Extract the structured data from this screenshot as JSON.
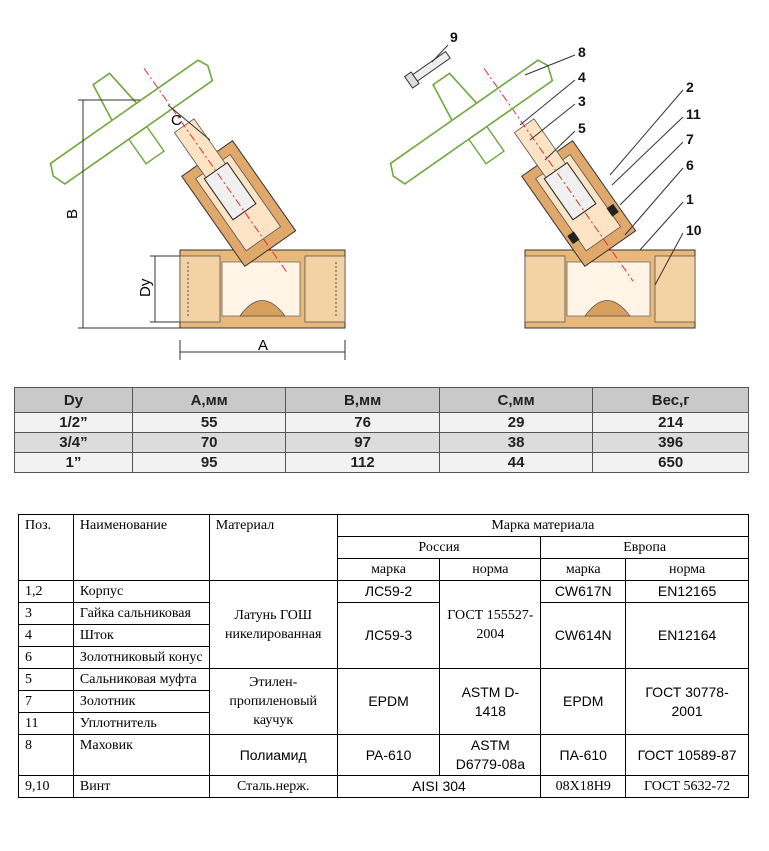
{
  "drawing": {
    "dim_labels": {
      "b": "B",
      "c": "C",
      "dy": "Dy",
      "a": "A"
    },
    "callouts": [
      "9",
      "8",
      "4",
      "3",
      "5",
      "2",
      "11",
      "7",
      "6",
      "1",
      "10"
    ]
  },
  "dims_table": {
    "headers": [
      "Dy",
      "A,мм",
      "B,мм",
      "C,мм",
      "Вес,г"
    ],
    "rows": [
      [
        "1/2”",
        "55",
        "76",
        "29",
        "214"
      ],
      [
        "3/4”",
        "70",
        "97",
        "38",
        "396"
      ],
      [
        "1”",
        "95",
        "112",
        "44",
        "650"
      ]
    ]
  },
  "materials_table": {
    "h_pos": "Поз.",
    "h_name": "Наименование",
    "h_material": "Материал",
    "h_grade": "Марка материала",
    "h_russia": "Россия",
    "h_europe": "Европа",
    "h_marka1": "марка",
    "h_norma1": "норма",
    "h_marka2": "марка",
    "h_norma2": "норма",
    "rows": {
      "p12": "1,2",
      "n12": "Корпус",
      "p3": "3",
      "n3": "Гайка сальниковая",
      "p4": "4",
      "n4": "Шток",
      "p6": "6",
      "n6": "Золотниковый конус",
      "m_brass": "Латунь ГОШ никелированная",
      "ru_m1": "ЛС59-2",
      "ru_m2": "ЛС59-3",
      "ru_norm": "ГОСТ 155527-2004",
      "eu_m1": "CW617N",
      "eu_n1": "EN12165",
      "eu_m2": "CW614N",
      "eu_n2": "EN12164",
      "p5": "5",
      "n5": "Сальниковая муфта",
      "p7": "7",
      "n7": "Золотник",
      "p11": "11",
      "n11": "Уплотнитель",
      "m_epdm": "Этилен-пропиленовый каучук",
      "ru_epdm": "EPDM",
      "ru_epdm_norm": "ASTM D-1418",
      "eu_epdm": "EPDM",
      "eu_epdm_norm": "ГОСТ 30778-2001",
      "p8": "8",
      "n8": "Маховик",
      "m_pa": "Полиамид",
      "ru_pa": "PA-610",
      "ru_pa_norm": "ASTM D6779-08a",
      "eu_pa": "ПА-610",
      "eu_pa_norm": "ГОСТ 10589-87",
      "p910": "9,10",
      "n910": "Винт",
      "m_steel": "Сталь.нерж.",
      "ru_steel": "AISI 304",
      "eu_steel": "08Х18Н9",
      "eu_steel_norm": "ГОСТ 5632-72"
    }
  }
}
